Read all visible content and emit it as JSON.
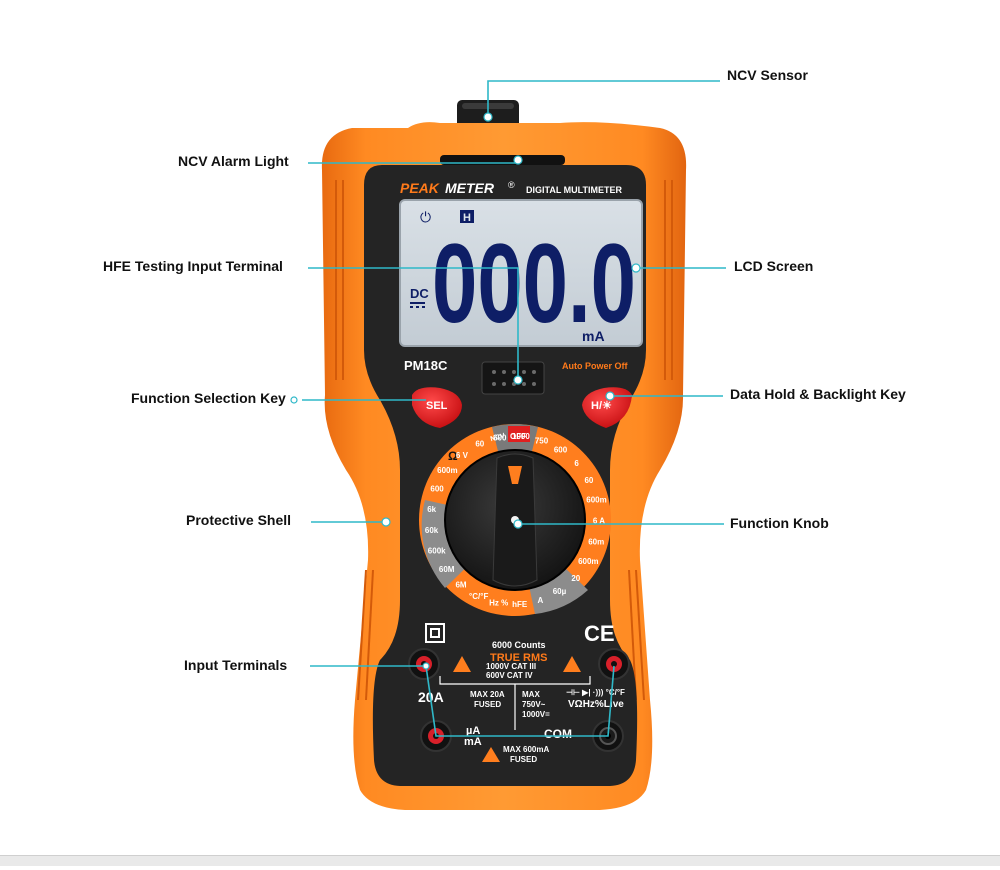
{
  "callouts": {
    "ncv_sensor": "NCV Sensor",
    "ncv_alarm_light": "NCV Alarm Light",
    "hfe_terminal": "HFE Testing Input Terminal",
    "lcd_screen": "LCD Screen",
    "function_selection_key": "Function Selection Key",
    "data_hold_backlight_key": "Data Hold & Backlight Key",
    "protective_shell": "Protective Shell",
    "function_knob": "Function Knob",
    "input_terminals": "Input Terminals"
  },
  "device": {
    "brand_peak": "PEAK",
    "brand_meter": "METER",
    "brand_reg": "®",
    "subtitle": "DIGITAL MULTIMETER",
    "model": "PM18C",
    "auto_power_off": "Auto Power Off",
    "lcd": {
      "digits": "000.0",
      "unit": "mA",
      "mode": "DC",
      "hold": "H",
      "power_symbol": "⏻"
    },
    "keys": {
      "sel": "SEL",
      "hold_backlight": "H/☀"
    },
    "dial": {
      "off": "OFF",
      "ncv": "NCV",
      "ohm": "Ω",
      "labels": [
        "6M",
        "60M",
        "600k",
        "60k",
        "6k",
        "600",
        "600m",
        "6 V",
        "60",
        "600",
        "1000",
        "750",
        "600",
        "6",
        "60",
        "600m",
        "6 A",
        "60m",
        "600m",
        "20",
        "60µ",
        "A",
        "hFE",
        "Hz %",
        "°C/°F"
      ]
    },
    "lower": {
      "counts": "6000 Counts",
      "true_rms": "TRUE RMS",
      "cat1": "1000V CAT III",
      "cat2": "600V CAT IV",
      "t20a": "20A",
      "max20a_1": "MAX 20A",
      "max20a_2": "FUSED",
      "max_v1": "MAX",
      "max_v2": "750V~",
      "max_v3": "1000V=",
      "vohm": "VΩHz%Live",
      "symbols": "⊣⊢ ▶| ·))) °C/°F",
      "ua": "µA",
      "ma": "mA",
      "com": "COM",
      "max600_1": "MAX 600mA",
      "max600_2": "FUSED",
      "ce": "CE"
    }
  }
}
